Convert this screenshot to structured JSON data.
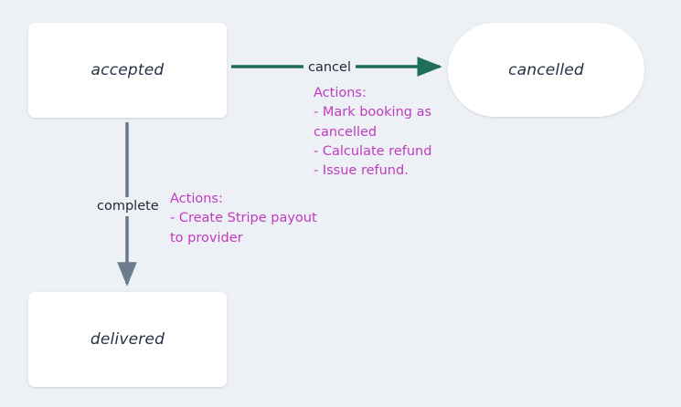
{
  "diagram": {
    "type": "state-machine",
    "background_color": "#edf0f5",
    "nodes": [
      {
        "id": "accepted",
        "label": "accepted",
        "shape": "rounded-rect",
        "fill": "#ffffff",
        "text_color": "#253246"
      },
      {
        "id": "cancelled",
        "label": "cancelled",
        "shape": "stadium",
        "fill": "#ffffff",
        "text_color": "#253246"
      },
      {
        "id": "delivered",
        "label": "delivered",
        "shape": "rounded-rect",
        "fill": "#ffffff",
        "text_color": "#253246"
      }
    ],
    "edges": [
      {
        "id": "accepted-cancelled",
        "from": "accepted",
        "to": "cancelled",
        "label": "cancel",
        "color": "#1f6e5c",
        "direction": "right",
        "annotation_color": "#c03bc0",
        "annotation_title": "Actions:",
        "annotation_items": [
          "- Mark booking as cancelled",
          "- Calculate refund",
          "- Issue refund."
        ],
        "annotation_text": "Actions:\n- Mark booking as\ncancelled\n- Calculate refund\n- Issue refund."
      },
      {
        "id": "accepted-delivered",
        "from": "accepted",
        "to": "delivered",
        "label": "complete",
        "color": "#6b7c8f",
        "direction": "down",
        "annotation_color": "#c03bc0",
        "annotation_title": "Actions:",
        "annotation_items": [
          "- Create Stripe payout to provider"
        ],
        "annotation_text": "Actions:\n- Create Stripe payout\nto provider"
      }
    ]
  }
}
